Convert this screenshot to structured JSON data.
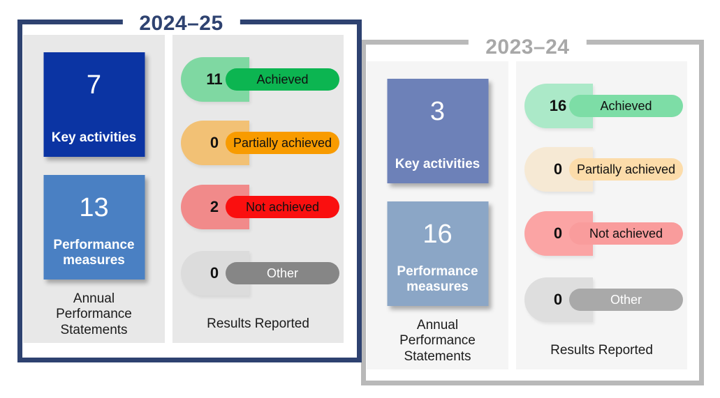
{
  "chart_data": {
    "type": "table",
    "title": "Annual Performance Statements — Results Reported, year comparison",
    "categories": [
      "Key activities",
      "Performance measures",
      "Achieved",
      "Partially achieved",
      "Not achieved",
      "Other"
    ],
    "series": [
      {
        "name": "2024–25",
        "values": [
          7,
          13,
          11,
          0,
          2,
          0
        ]
      },
      {
        "name": "2023–24",
        "values": [
          3,
          16,
          16,
          0,
          0,
          0
        ]
      }
    ],
    "legend_position": "none",
    "notes": "Two infographic panels; counts shown in squares and pill badges"
  },
  "panels": [
    {
      "title": "2024–25",
      "theme": {
        "border": "#2e4270",
        "title": "#2e4270",
        "column_bg": "#e8e8e8"
      },
      "statements": {
        "boxes": [
          {
            "count": "7",
            "label": "Key activities",
            "bg": "#0b34a3",
            "fg": "#ffffff"
          },
          {
            "count": "13",
            "label": "Performance measures",
            "bg": "#4a80c3",
            "fg": "#ffffff"
          }
        ],
        "caption": "Annual Performance Statements"
      },
      "results": {
        "items": [
          {
            "count": "11",
            "label": "Achieved",
            "light_bg": "#7fd8a2",
            "pill_bg": "#0cb551",
            "label_color": "#101010"
          },
          {
            "count": "0",
            "label": "Partially achieved",
            "light_bg": "#f2c175",
            "pill_bg": "#f89b00",
            "label_color": "#101010"
          },
          {
            "count": "2",
            "label": "Not achieved",
            "light_bg": "#f18a8a",
            "pill_bg": "#fa0f0f",
            "label_color": "#101010"
          },
          {
            "count": "0",
            "label": "Other",
            "light_bg": "#dcdcdc",
            "pill_bg": "#868686",
            "label_color": "#ffffff"
          }
        ],
        "caption": "Results Reported"
      }
    },
    {
      "title": "2023–24",
      "theme": {
        "border": "#b9b9b9",
        "title": "#a8a8a8",
        "column_bg": "#f5f5f5"
      },
      "statements": {
        "boxes": [
          {
            "count": "3",
            "label": "Key activities",
            "bg": "#6d81b8",
            "fg": "#ffffff"
          },
          {
            "count": "16",
            "label": "Performance measures",
            "bg": "#8ba6c6",
            "fg": "#ffffff"
          }
        ],
        "caption": "Annual Performance Statements"
      },
      "results": {
        "items": [
          {
            "count": "16",
            "label": "Achieved",
            "light_bg": "#abe9c8",
            "pill_bg": "#7ddda6",
            "label_color": "#101010"
          },
          {
            "count": "0",
            "label": "Partially achieved",
            "light_bg": "#f6e9d4",
            "pill_bg": "#fcdcaa",
            "label_color": "#101010"
          },
          {
            "count": "0",
            "label": "Not achieved",
            "light_bg": "#fba4a4",
            "pill_bg": "#f99c9c",
            "label_color": "#101010"
          },
          {
            "count": "0",
            "label": "Other",
            "light_bg": "#dedede",
            "pill_bg": "#a9a9a9",
            "label_color": "#ffffff"
          }
        ],
        "caption": "Results Reported"
      }
    }
  ]
}
